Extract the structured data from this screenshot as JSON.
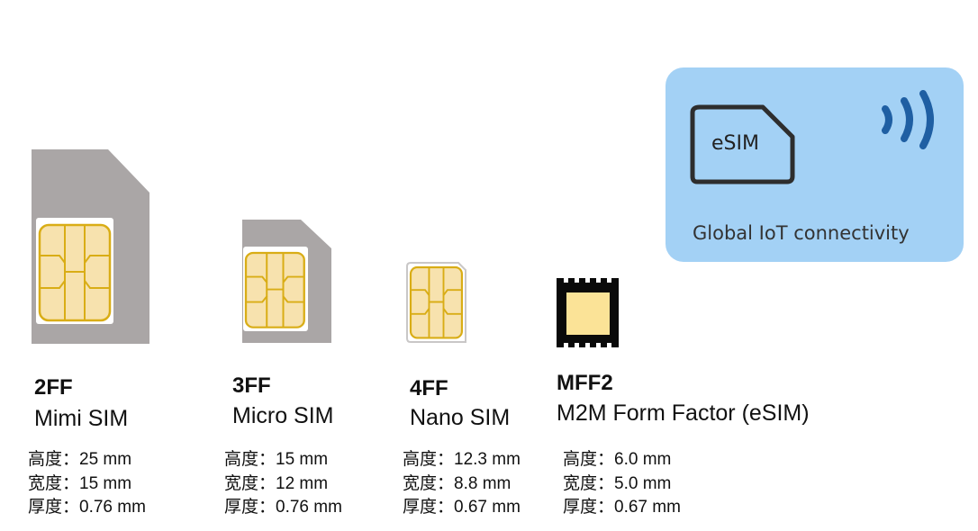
{
  "esim_card": {
    "chip_label": "eSIM",
    "tagline": "Global IoT connectivity",
    "background_color": "#a3d1f5",
    "signal_color": "#1f5fa3"
  },
  "colors": {
    "sim_body": "#aaa6a6",
    "chip_fill": "#f7e2ae",
    "chip_stroke": "#d9ad16",
    "mff2_body": "#0a0a0a",
    "mff2_pad": "#fbe397"
  },
  "sims": [
    {
      "code": "2FF",
      "name": "Mimi SIM",
      "height": "高度：25 mm",
      "width": "宽度：15 mm",
      "thickness": "厚度：0.76 mm"
    },
    {
      "code": "3FF",
      "name": "Micro SIM",
      "height": "高度：15 mm",
      "width": "宽度：12 mm",
      "thickness": "厚度：0.76 mm"
    },
    {
      "code": "4FF",
      "name": "Nano SIM",
      "height": "高度：12.3 mm",
      "width": "宽度：8.8 mm",
      "thickness": "厚度：0.67 mm"
    },
    {
      "code": "MFF2",
      "name": "M2M Form Factor (eSIM)",
      "height": "高度：6.0 mm",
      "width": "宽度：5.0 mm",
      "thickness": "厚度：0.67 mm"
    }
  ]
}
